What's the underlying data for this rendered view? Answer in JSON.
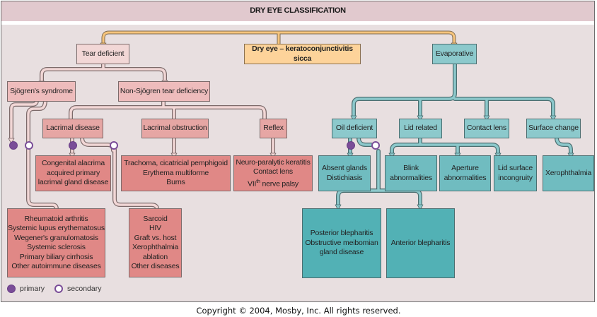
{
  "title": "DRY EYE CLASSIFICATION",
  "colors": {
    "root_fill": "#fdd39a",
    "tear_branch": "#e6a6a4",
    "evaporative_branch": "#70bcc0",
    "primary_dot": "#7a4d98",
    "secondary_dot": "#ffffff"
  },
  "nodes": {
    "root": "Dry eye – keratoconjunctivitis sicca",
    "tear_deficient": "Tear deficient",
    "evaporative": "Evaporative",
    "sjogren": "Sjögren's syndrome",
    "non_sjogren": "Non-Sjögren tear deficiency",
    "lacrimal_disease": "Lacrimal disease",
    "lacrimal_obstruction": "Lacrimal obstruction",
    "reflex": "Reflex",
    "congenital": "Congenital alacrima\nacquired primary\nlacrimal gland disease",
    "trachoma": "Trachoma, cicatricial pemphigoid\nErythema multiforme\nBurns",
    "neuro": "Neuro-paralytic keratitis\nContact lens",
    "neuro_last_prefix": "VII",
    "neuro_last_sup": "th",
    "neuro_last_suffix": " nerve palsy",
    "autoimmune": "Rheumatoid arthritis\nSystemic lupus erythematosus\nWegener's granulomatosis\nSystemic sclerosis\nPrimary biliary cirrhosis\nOther autoimmune diseases",
    "sarcoid": "Sarcoid\nHIV\nGraft vs. host\nXerophthalmia\nablation\nOther diseases",
    "oil_deficient": "Oil deficient",
    "lid_related": "Lid related",
    "contact_lens": "Contact lens",
    "surface_change": "Surface change",
    "absent_glands": "Absent glands\nDistichiasis",
    "blink": "Blink\nabnormalities",
    "aperture": "Aperture\nabnormalities",
    "lid_surface": "Lid surface\nincongruity",
    "xerophthalmia": "Xerophthalmia",
    "posterior": "Posterior blepharitis\nObstructive meibomian\ngland disease",
    "anterior": "Anterior blepharitis"
  },
  "legend": {
    "primary": "primary",
    "secondary": "secondary"
  },
  "copyright": "Copyright © 2004, Mosby, Inc. All rights reserved."
}
